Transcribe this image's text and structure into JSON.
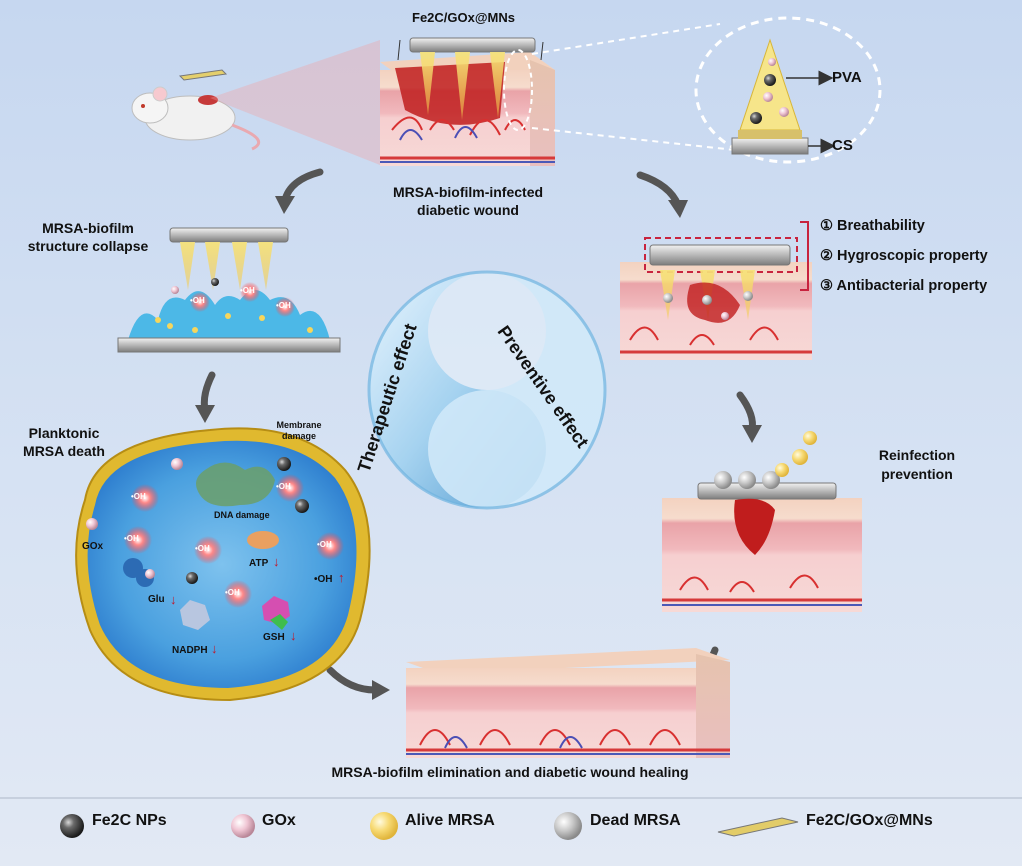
{
  "top": {
    "title": "Fe2C/GOx@MNs",
    "wound_label_1": "MRSA-biofilm-infected",
    "wound_label_2": "diabetic wound"
  },
  "needle_detail": {
    "pva": "PVA",
    "cs": "CS"
  },
  "properties": {
    "p1": "① Breathability",
    "p2": "② Hygroscopic property",
    "p3": "③ Antibacterial property"
  },
  "collapse": {
    "line1": "MRSA-biofilm",
    "line2": "structure collapse",
    "oh": "•OH"
  },
  "planktonic": {
    "line1": "Planktonic",
    "line2": "MRSA death"
  },
  "cell": {
    "membrane_1": "Membrane",
    "membrane_2": "damage",
    "dna": "DNA damage",
    "gox": "GOx",
    "glu": "Glu",
    "atp": "ATP",
    "oh": "•OH",
    "nadph": "NADPH",
    "gsh": "GSH",
    "down": "↓",
    "up": "↑"
  },
  "center": {
    "left": "Therapeutic effect",
    "right": "Preventive effect"
  },
  "reinfection": {
    "line1": "Reinfection",
    "line2": "prevention"
  },
  "bottom_caption": "MRSA-biofilm elimination and diabetic wound healing",
  "legend": {
    "fe2c": "Fe2C NPs",
    "gox": "GOx",
    "alive": "Alive MRSA",
    "dead": "Dead MRSA",
    "mns": "Fe2C/GOx@MNs"
  }
}
